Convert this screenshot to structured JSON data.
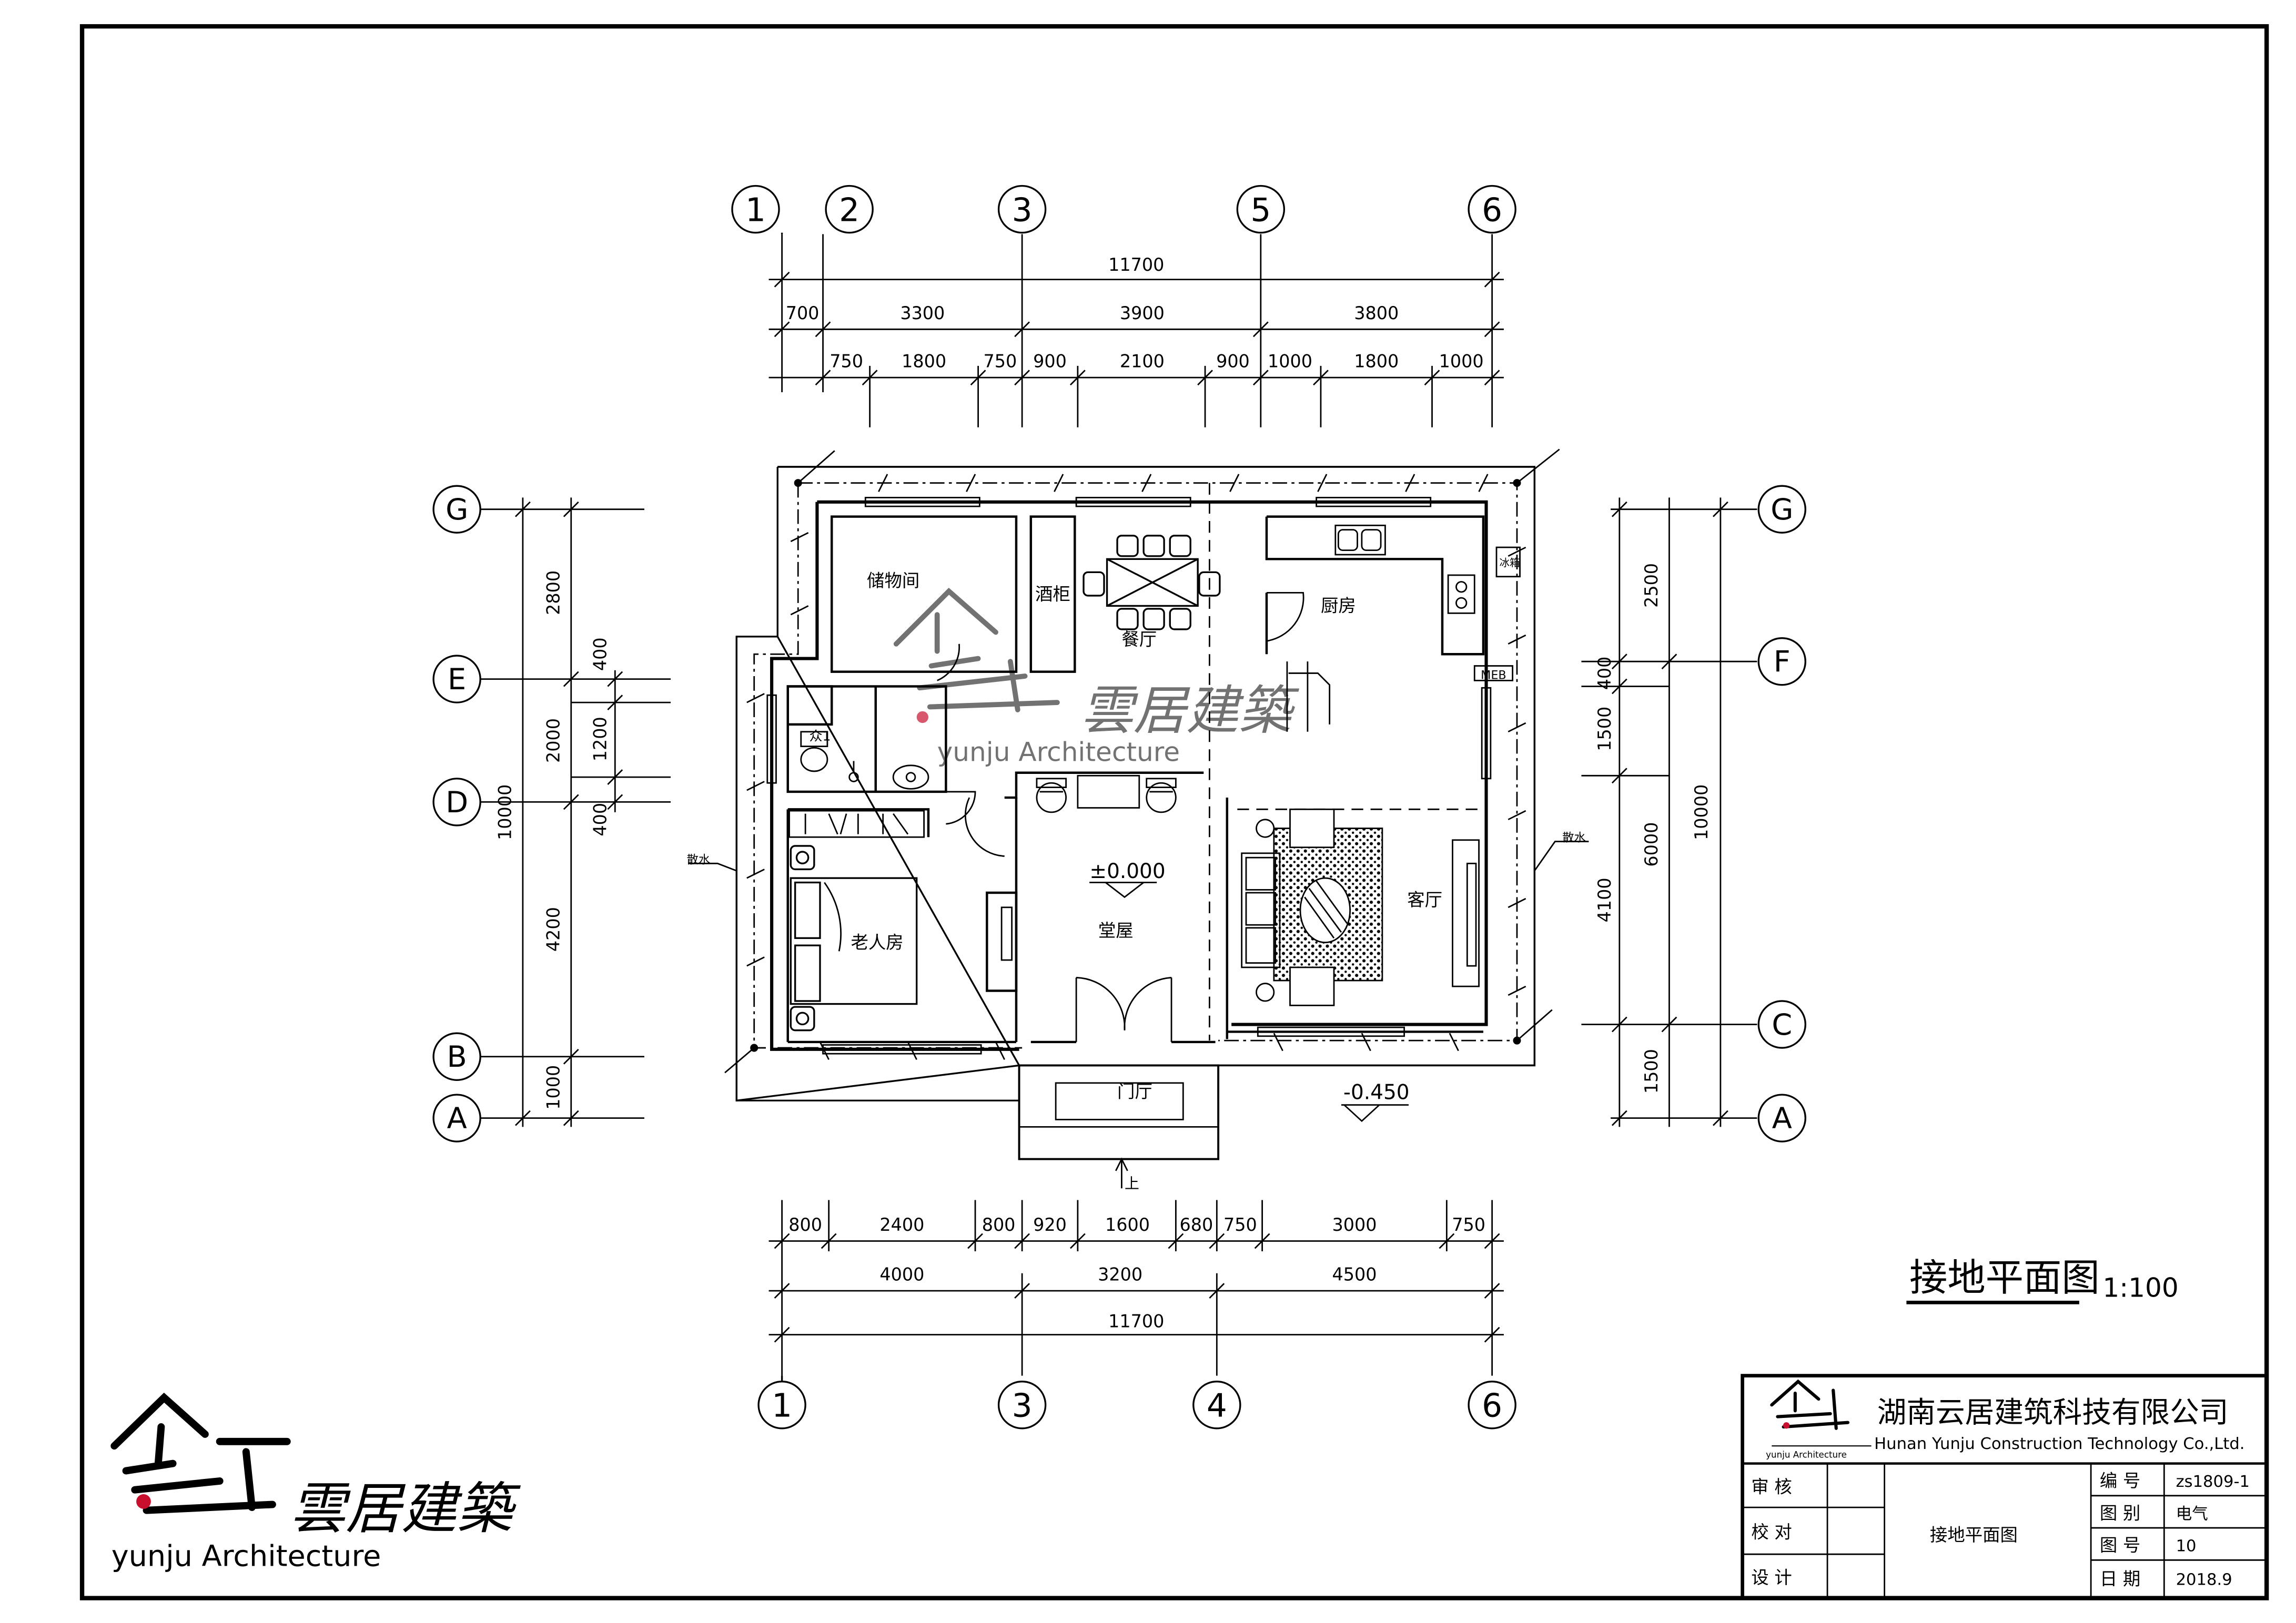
{
  "drawing": {
    "title": "接地平面图",
    "scale": "1:100",
    "level_main": "±0.000",
    "level_outdoor": "-0.450",
    "entry_arrow_label": "上",
    "downpipe_label": "散水"
  },
  "axes": {
    "top": [
      "1",
      "2",
      "3",
      "5",
      "6"
    ],
    "bottom": [
      "1",
      "3",
      "4",
      "6"
    ],
    "left": [
      "G",
      "E",
      "D",
      "B",
      "A"
    ],
    "right": [
      "G",
      "F",
      "C",
      "A"
    ]
  },
  "dimensions": {
    "top_total": "11700",
    "top_row1": [
      "700",
      "3300",
      "3900",
      "3800"
    ],
    "top_row2": [
      "750",
      "1800",
      "750",
      "900",
      "2100",
      "900",
      "1000",
      "1800",
      "1000"
    ],
    "bottom_row1": [
      "800",
      "2400",
      "800",
      "920",
      "1600",
      "680",
      "750",
      "3000",
      "750"
    ],
    "bottom_row2": [
      "4000",
      "3200",
      "4500"
    ],
    "bottom_total": "11700",
    "left_outer": [
      "2800",
      "2000",
      "4200",
      "1000"
    ],
    "left_total": "10000",
    "left_inner": [
      "400",
      "1200",
      "400"
    ],
    "right_inner": [
      "2500",
      "400",
      "1500",
      "4100",
      "1500"
    ],
    "right_mid": "6000",
    "right_total": "10000"
  },
  "rooms": {
    "storage": "储物间",
    "wine_cabinet": "酒柜",
    "dining": "餐厅",
    "kitchen": "厨房",
    "elder_room": "老人房",
    "hall": "堂屋",
    "living": "客厅",
    "foyer": "门厅",
    "fridge": "冰箱",
    "meb": "MEB",
    "toilet_mark": "众1"
  },
  "watermark": {
    "brand_cn": "雲居建築",
    "brand_en": "yunju Architecture"
  },
  "title_block": {
    "company_cn": "湖南云居建筑科技有限公司",
    "company_en": "Hunan Yunju Construction Technology Co.,Ltd.",
    "logo_tiny_text": "yunju Architecture",
    "rows": [
      {
        "label": "审  核",
        "value": ""
      },
      {
        "label": "校  对",
        "value": ""
      },
      {
        "label": "设  计",
        "value": ""
      }
    ],
    "drawing_name": "接地平面图",
    "info": [
      {
        "label": "编  号",
        "value": "zs1809-1"
      },
      {
        "label": "图  别",
        "value": "电气"
      },
      {
        "label": "图  号",
        "value": "10"
      },
      {
        "label": "日  期",
        "value": "2018.9"
      }
    ]
  }
}
